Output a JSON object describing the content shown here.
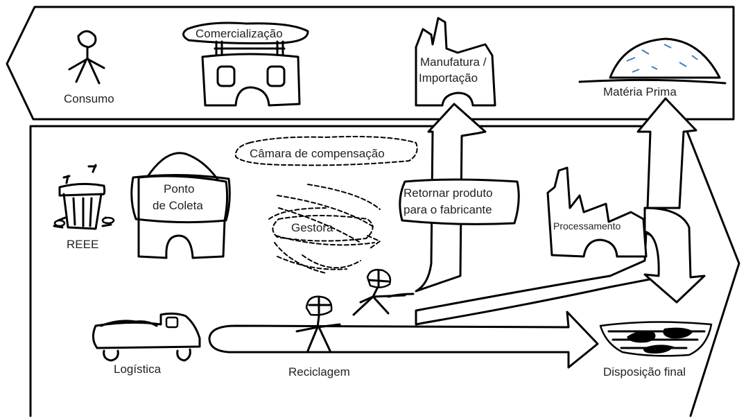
{
  "labels": {
    "consumo": "Consumo",
    "comercializacao": "Comercialização",
    "manufatura_line1": "Manufatura /",
    "manufatura_line2": "Importação",
    "materia_prima": "Matéria Prima",
    "camara": "Câmara de compensação",
    "ponto_line1": "Ponto",
    "ponto_line2": "de Coleta",
    "reee": "REEE",
    "gestora": "Gestora",
    "retornar_line1": "Retornar produto",
    "retornar_line2": "para o fabricante",
    "processamento": "Processamento",
    "logistica": "Logística",
    "reciclagem": "Reciclagem",
    "disposicao": "Disposição final"
  },
  "icons": {
    "consumer": "person-icon",
    "store": "store-icon",
    "factory": "factory-icon",
    "raw_material": "mound-icon",
    "collection_point": "house-icon",
    "weee": "trash-bin-icon",
    "truck": "truck-icon",
    "worker": "worker-icon",
    "landfill": "landfill-icon"
  },
  "colors": {
    "ink": "#000000",
    "background": "#ffffff",
    "accent_blue": "#3a7fc0"
  }
}
